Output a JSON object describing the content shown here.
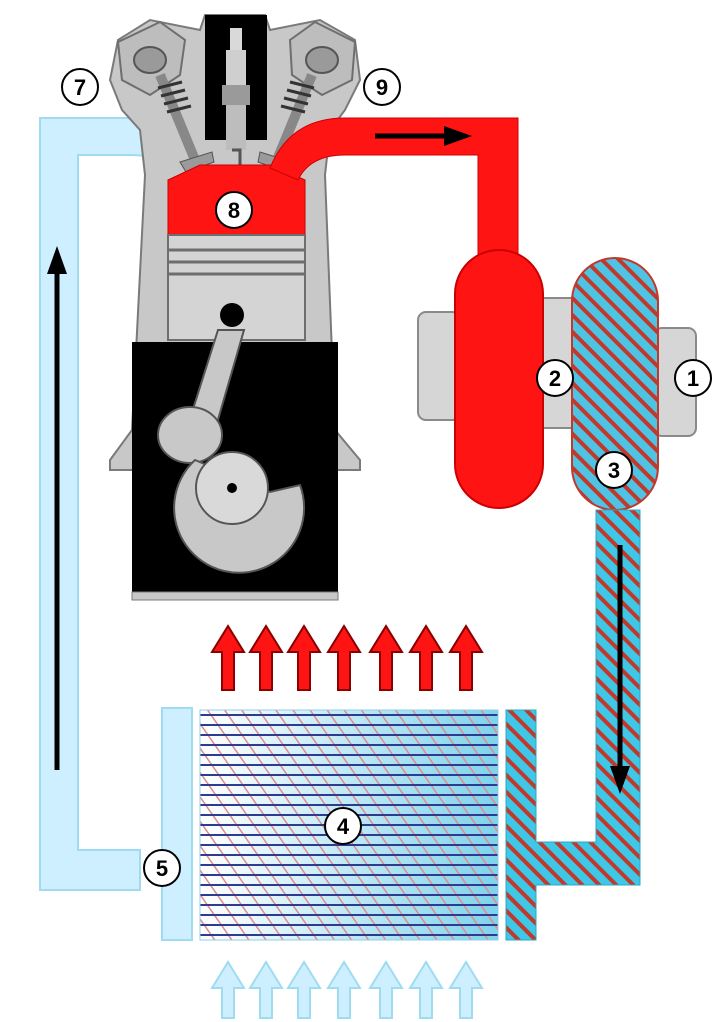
{
  "colors": {
    "hot": "#ff1414",
    "cold": "#cdefff",
    "cold_stroke": "#9fdcef",
    "charged": "#3ec7e6",
    "metal": "#c8c8c8",
    "metal_dark": "#7a7a7a",
    "crankcase": "#000000"
  },
  "labels": {
    "n1": "1",
    "n2": "2",
    "n3": "3",
    "n4": "4",
    "n5": "5",
    "n7": "7",
    "n8": "8",
    "n9": "9"
  }
}
